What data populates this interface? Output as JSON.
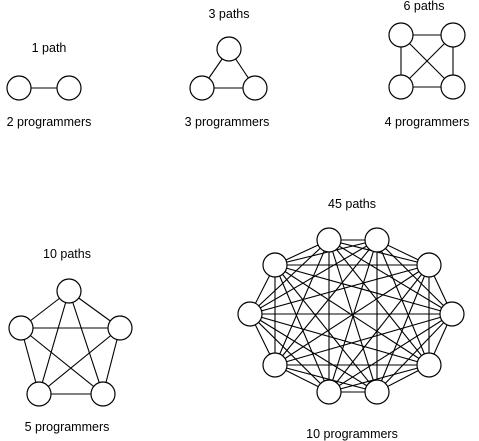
{
  "colors": {
    "line": "#000000",
    "node_fill": "#ffffff",
    "background": "#ffffff"
  },
  "graphs": [
    {
      "nodes": 2,
      "paths_label": "1 path",
      "programmers_label": "2 programmers"
    },
    {
      "nodes": 3,
      "paths_label": "3 paths",
      "programmers_label": "3 programmers"
    },
    {
      "nodes": 4,
      "paths_label": "6 paths",
      "programmers_label": "4 programmers"
    },
    {
      "nodes": 5,
      "paths_label": "10 paths",
      "programmers_label": "5 programmers"
    },
    {
      "nodes": 10,
      "paths_label": "45 paths",
      "programmers_label": "10 programmers"
    }
  ]
}
